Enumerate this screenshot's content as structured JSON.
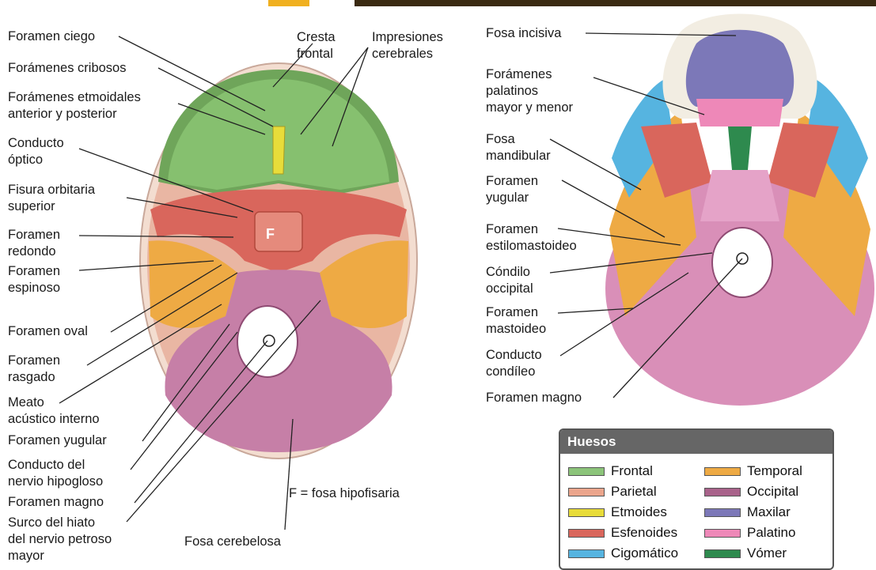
{
  "left_labels": {
    "foramen_ciego": "Foramen ciego",
    "forámenes_cribosos": "Forámenes cribosos",
    "etmoidales": [
      "Forámenes etmoidales",
      "anterior y posterior"
    ],
    "conducto_optico": [
      "Conducto",
      "óptico"
    ],
    "fisura": [
      "Fisura orbitaria",
      "superior"
    ],
    "redondo": [
      "Foramen",
      "redondo"
    ],
    "espinoso": [
      "Foramen",
      "espinoso"
    ],
    "oval": "Foramen oval",
    "rasgado": [
      "Foramen",
      "rasgado"
    ],
    "meato": [
      "Meato",
      "acústico interno"
    ],
    "yugular": "Foramen yugular",
    "hipogloso": [
      "Conducto del",
      "nervio hipogloso"
    ],
    "magno": "Foramen magno",
    "surco": [
      "Surco del hiato",
      "del nervio petroso",
      "mayor"
    ]
  },
  "top_labels": {
    "cresta": [
      "Cresta",
      "frontal"
    ],
    "impresiones": [
      "Impresiones",
      "cerebrales"
    ]
  },
  "center_labels": {
    "f_mark": "F",
    "f_note": "F = fosa hipofisaria",
    "fosa_cerebelosa": "Fosa cerebelosa"
  },
  "right_labels": {
    "incisiva": "Fosa incisiva",
    "palatinos": [
      "Forámenes",
      "palatinos",
      "mayor y menor"
    ],
    "mandibular": [
      "Fosa",
      "mandibular"
    ],
    "yugular": [
      "Foramen",
      "yugular"
    ],
    "estilo": [
      "Foramen",
      "estilomastoideo"
    ],
    "condilo": [
      "Cóndilo",
      "occipital"
    ],
    "mastoideo": [
      "Foramen",
      "mastoideo"
    ],
    "condileo": [
      "Conducto",
      "condíleo"
    ],
    "magno": "Foramen magno"
  },
  "legend": {
    "title": "Huesos",
    "items": [
      {
        "label": "Frontal",
        "color": "#8cc47a"
      },
      {
        "label": "Parietal",
        "color": "#eba58c"
      },
      {
        "label": "Etmoides",
        "color": "#e8dc3a"
      },
      {
        "label": "Esfenoides",
        "color": "#d9665c"
      },
      {
        "label": "Cigomático",
        "color": "#56b4e0"
      },
      {
        "label": "Temporal",
        "color": "#eeaa44"
      },
      {
        "label": "Occipital",
        "color": "#a8628a"
      },
      {
        "label": "Maxilar",
        "color": "#7c78b8"
      },
      {
        "label": "Palatino",
        "color": "#ee88b8"
      },
      {
        "label": "Vómer",
        "color": "#2e8a4e"
      }
    ]
  }
}
